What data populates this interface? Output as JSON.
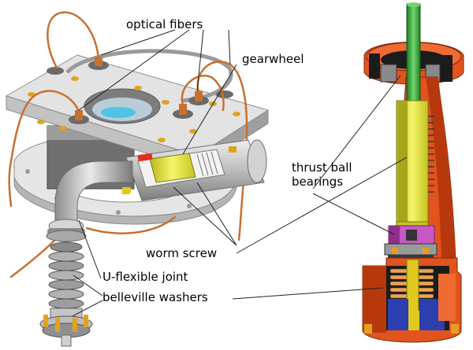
{
  "labels": {
    "optical_fibers": "optical fibers",
    "gearwheel": "gearwheel",
    "thrust_ball_bearings_line1": "thrust ball",
    "thrust_ball_bearings_line2": "bearings",
    "worm_screw": "worm screw",
    "u_flexible_joint": "U-flexible joint",
    "belleville_washers": "belleville washers"
  },
  "colors": {
    "plate_top": "#e3e3e3",
    "plate_side": "#b9b9b9",
    "plate_edge": "#8c8c8c",
    "copper_wire": "#c8702e",
    "bolt_gold": "#e0a21e",
    "housing_red": "#e2531d",
    "housing_dark": "#b8380d",
    "shaft_yellow": "#ecec3a",
    "shaft_yellow_dark": "#b9b91c",
    "shaft_green": "#3aa83a",
    "magenta": "#c659c6",
    "blue": "#2b3fb0",
    "black": "#1c1c1c",
    "tube_grey": "#c9c9c9",
    "washer_grey": "#9a9a9a"
  }
}
